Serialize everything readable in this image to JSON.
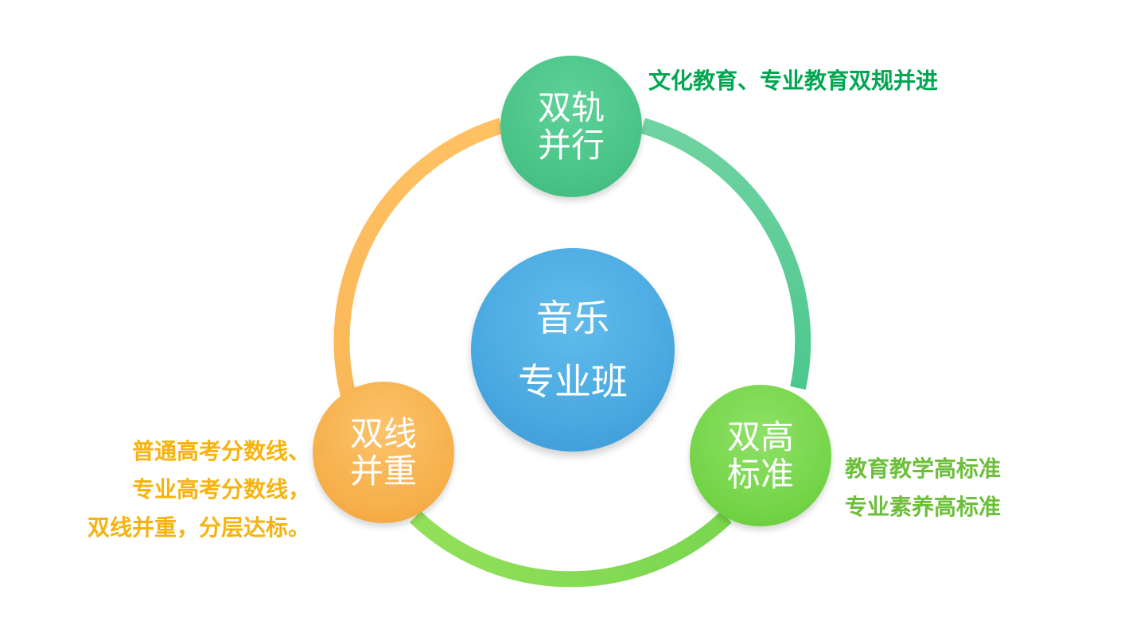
{
  "center": {
    "line1": "音乐",
    "line2": "专业班"
  },
  "nodes": {
    "top": {
      "line1": "双轨",
      "line2": "并行"
    },
    "right": {
      "line1": "双高",
      "line2": "标准"
    },
    "left": {
      "line1": "双线",
      "line2": "并重"
    }
  },
  "descriptions": {
    "top": {
      "line1": "文化教育、专业教育双规并进"
    },
    "right": {
      "line1": "教育教学高标准",
      "line2": "专业素养高标准"
    },
    "left": {
      "line1": "普通高考分数线、",
      "line2": "专业高考分数线，",
      "line3": "双线并重，分层达标。"
    }
  },
  "colors": {
    "center": "#4aa9e1",
    "top": "#47c284",
    "right": "#72d345",
    "left": "#f6ae49",
    "desc_top": "#00a650",
    "desc_right": "#6cbf3a",
    "desc_left": "#f7b30c"
  }
}
